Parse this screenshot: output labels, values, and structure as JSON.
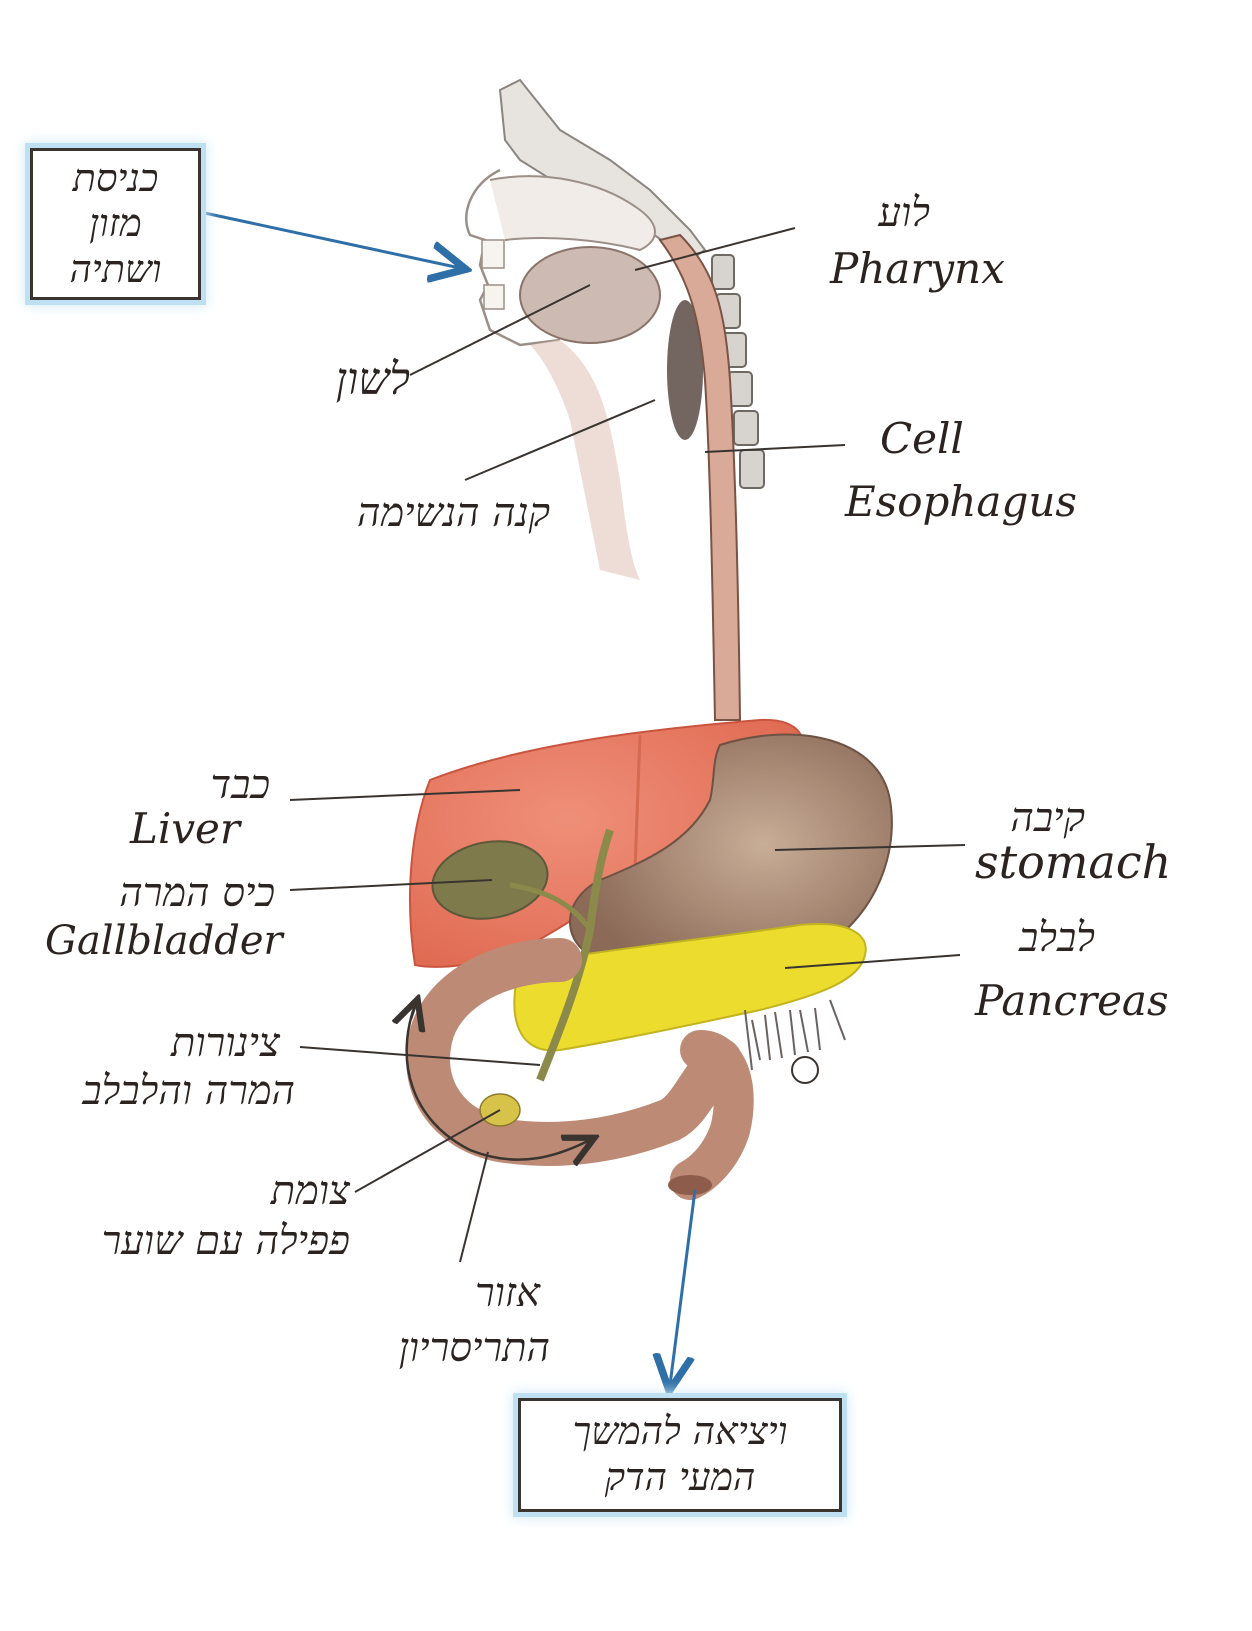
{
  "input_box": {
    "lines": [
      "כניסת",
      "מזון",
      "ושתיה"
    ]
  },
  "output_box": {
    "lines": [
      "ויציאה להמשך",
      "המעי הדק"
    ]
  },
  "labels": {
    "pharynx": {
      "he": "לוע",
      "en": "Pharynx"
    },
    "tongue": {
      "he": "לשון"
    },
    "trachea": {
      "he": "קנה הנשימה"
    },
    "esophagus": {
      "he": "Cell",
      "en": "Esophagus"
    },
    "liver": {
      "he": "כבד",
      "en": "Liver"
    },
    "gallbladder": {
      "he": "כיס המרה",
      "en": "Gallbladder"
    },
    "stomach": {
      "he": "קיבה",
      "en": "stomach"
    },
    "pancreas": {
      "he": "לבלב",
      "en": "Pancreas"
    },
    "ducts": {
      "line1": "צינורות",
      "line2": "המרה והלבלב"
    },
    "sphincter": {
      "line1": "צומת",
      "line2": "פפילה עם שוער"
    },
    "duodenum": {
      "line1": "אזור",
      "line2": "התריסריון"
    }
  },
  "colors": {
    "liver": "#e8705a",
    "stomach": "#a88670",
    "pancreas": "#ecdc2e",
    "gallbladder": "#7f7a4c",
    "intestine": "#bd8a76",
    "arrow_blue": "#2f6fa8",
    "box_glow": "#bfe0f3"
  }
}
